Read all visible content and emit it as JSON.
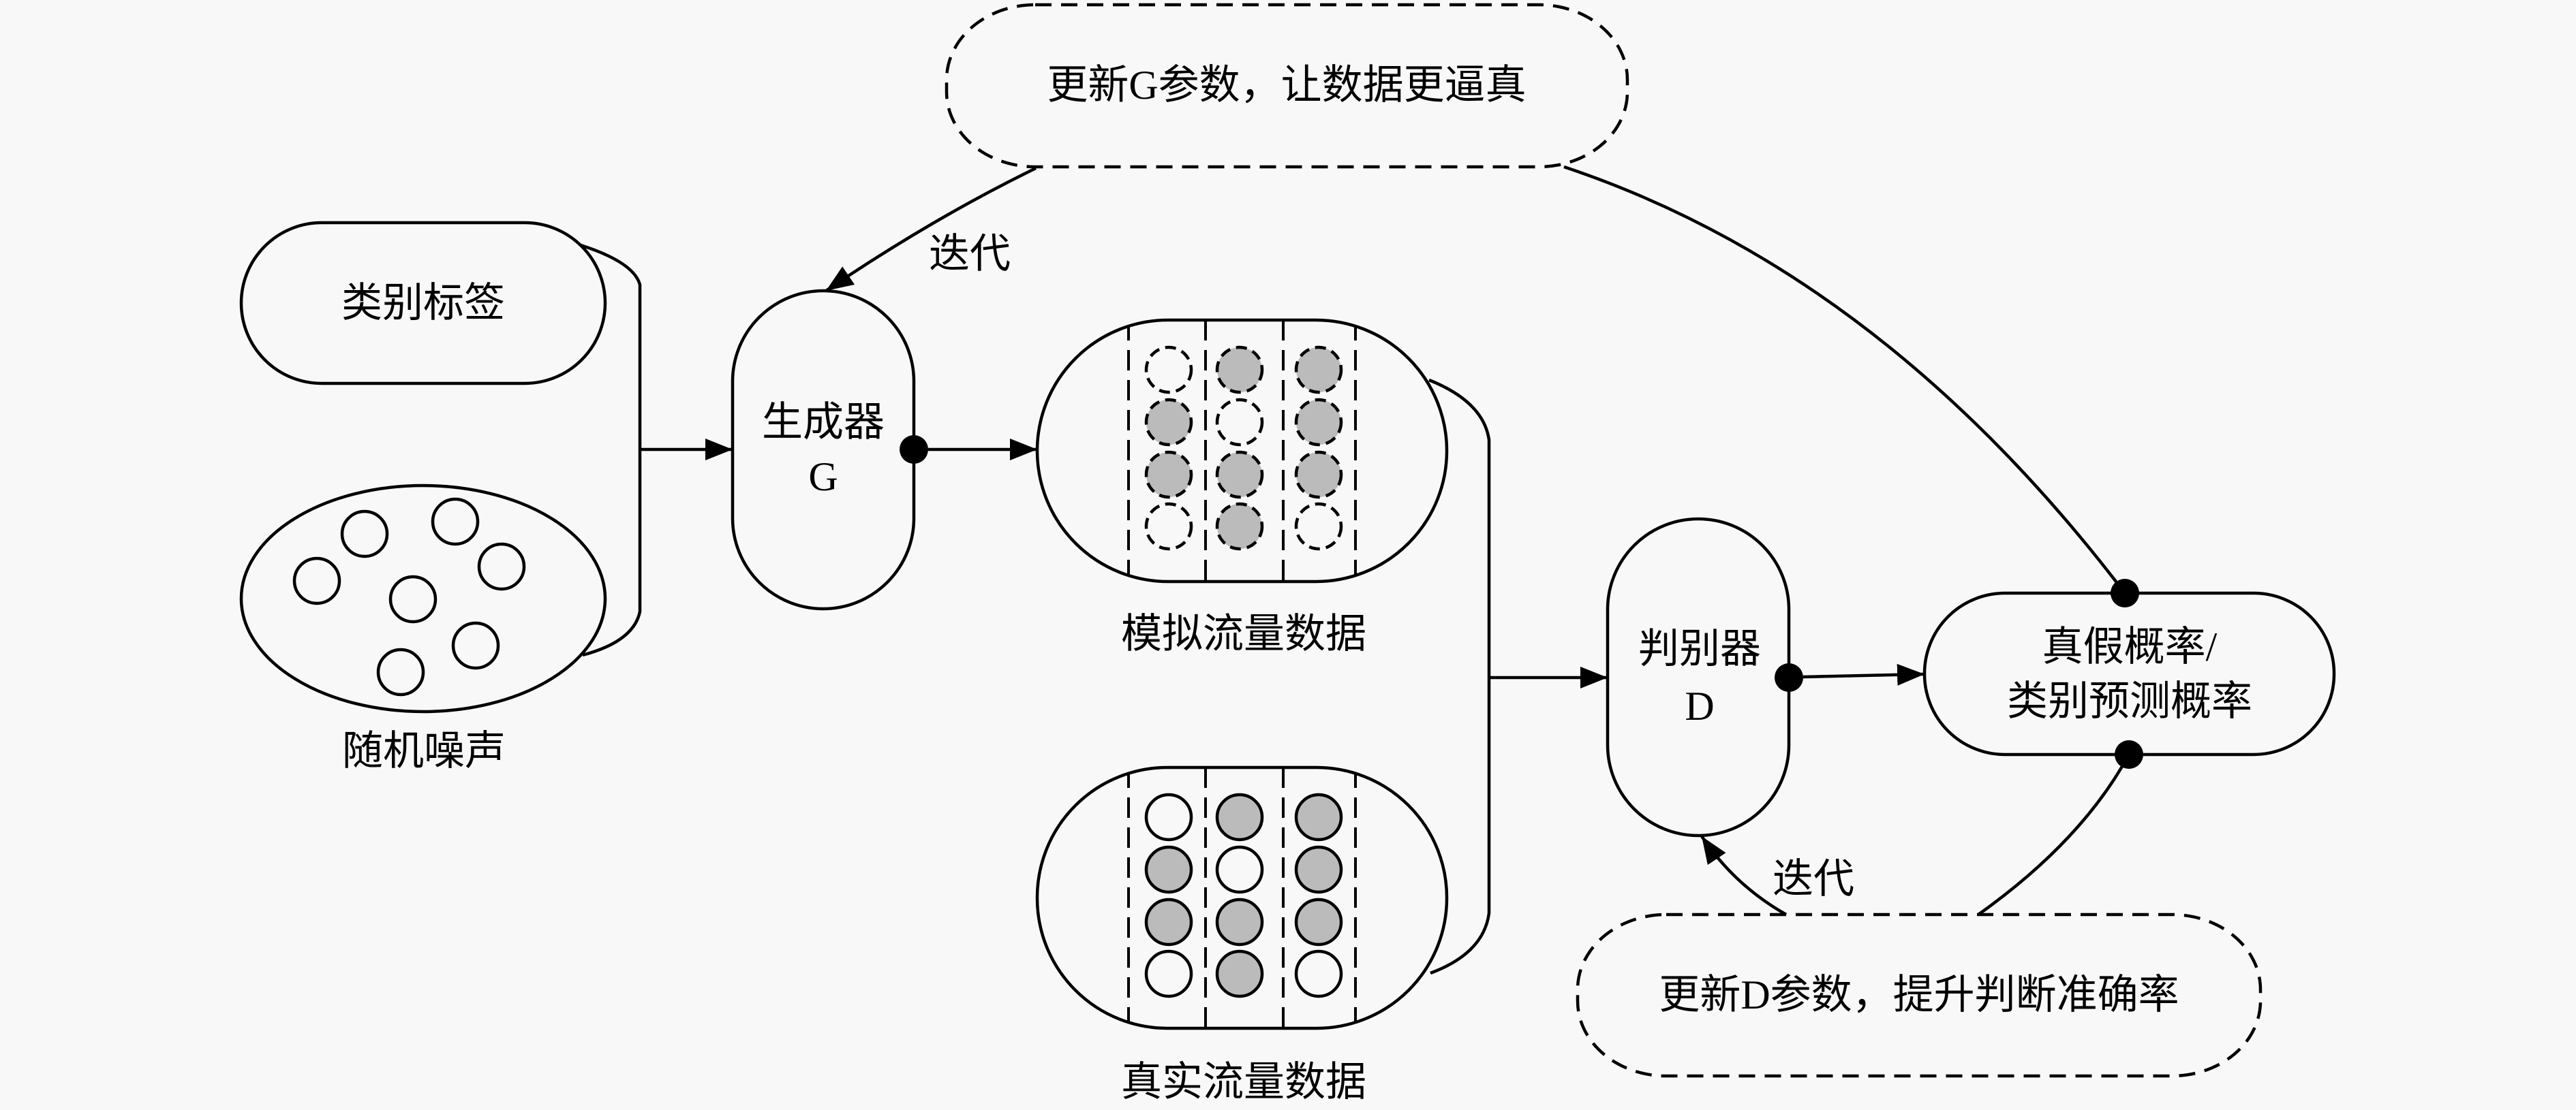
{
  "diagram": {
    "title": "GAN traffic data generation framework",
    "colors": {
      "background": "#f8f8f8",
      "line": "#000000",
      "filled_node": "#bbbbbb",
      "empty_node": "#f8f8f8"
    },
    "nodes": {
      "update_g": {
        "label": "更新G参数，让数据更逼真",
        "style": "dashed"
      },
      "class_label": {
        "label": "类别标签"
      },
      "random_noise": {
        "label": "随机噪声",
        "noise_point_count": 7
      },
      "generator": {
        "line1": "生成器",
        "line2": "G"
      },
      "simulated_data": {
        "label": "模拟流量数据",
        "circle_style": "dashed",
        "grid_filled": [
          [
            false,
            true,
            true
          ],
          [
            true,
            false,
            true
          ],
          [
            true,
            true,
            true
          ],
          [
            false,
            true,
            false
          ]
        ]
      },
      "real_data": {
        "label": "真实流量数据",
        "circle_style": "solid",
        "grid_filled": [
          [
            false,
            true,
            true
          ],
          [
            true,
            false,
            true
          ],
          [
            true,
            true,
            true
          ],
          [
            false,
            true,
            false
          ]
        ]
      },
      "discriminator": {
        "line1": "判别器",
        "line2": "D"
      },
      "probability": {
        "line1": "真假概率/",
        "line2": "类别预测概率"
      },
      "update_d": {
        "label": "更新D参数，提升判断准确率",
        "style": "dashed"
      }
    },
    "edges": {
      "iterate_g_label": "迭代",
      "iterate_d_label": "迭代"
    }
  }
}
